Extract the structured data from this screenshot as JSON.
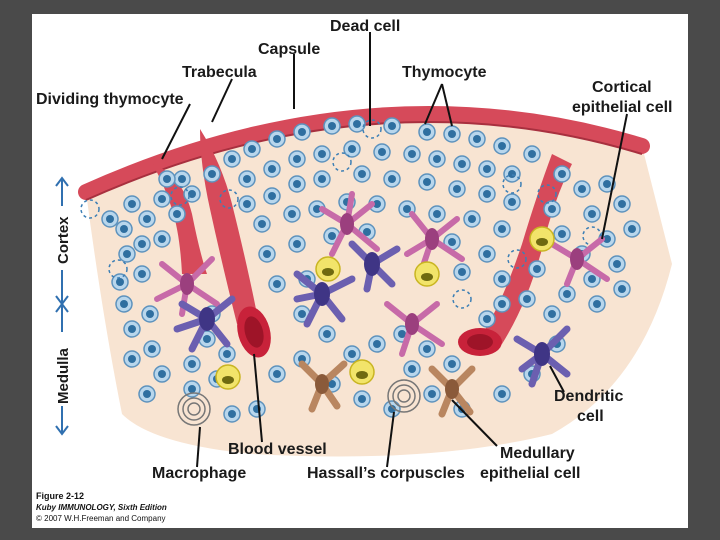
{
  "labels": {
    "dead_cell": "Dead cell",
    "capsule": "Capsule",
    "trabecula": "Trabecula",
    "thymocyte": "Thymocyte",
    "dividing_thymocyte": "Dividing thymocyte",
    "cortical_epithelial_cell_line1": "Cortical",
    "cortical_epithelial_cell_line2": "epithelial cell",
    "cortex": "Cortex",
    "medulla": "Medulla",
    "dendritic_cell_line1": "Dendritic",
    "dendritic_cell_line2": "cell",
    "blood_vessel": "Blood vessel",
    "macrophage": "Macrophage",
    "hassalls_corpuscles": "Hassall’s corpuscles",
    "medullary_epithelial_cell_line1": "Medullary",
    "medullary_epithelial_cell_line2": "epithelial cell"
  },
  "caption": {
    "figure": "Figure 2-12",
    "book": "Kuby IMMUNOLOGY, Sixth Edition",
    "copyright": "© 2007 W.H.Freeman and Company"
  },
  "colors": {
    "background": "#4a4a4a",
    "panel": "#ffffff",
    "tissue": "#f8e4d2",
    "capsule": "#d64a5a",
    "thymocyte": "#7fb2d8",
    "nucleus": "#2f6fa0",
    "cortical_epithelial": "#c76aa8",
    "dendritic": "#6b5fb0",
    "medullary_epithelial": "#b98660",
    "macrophage": "#e8d440",
    "blood_vessel": "#c8223a"
  }
}
